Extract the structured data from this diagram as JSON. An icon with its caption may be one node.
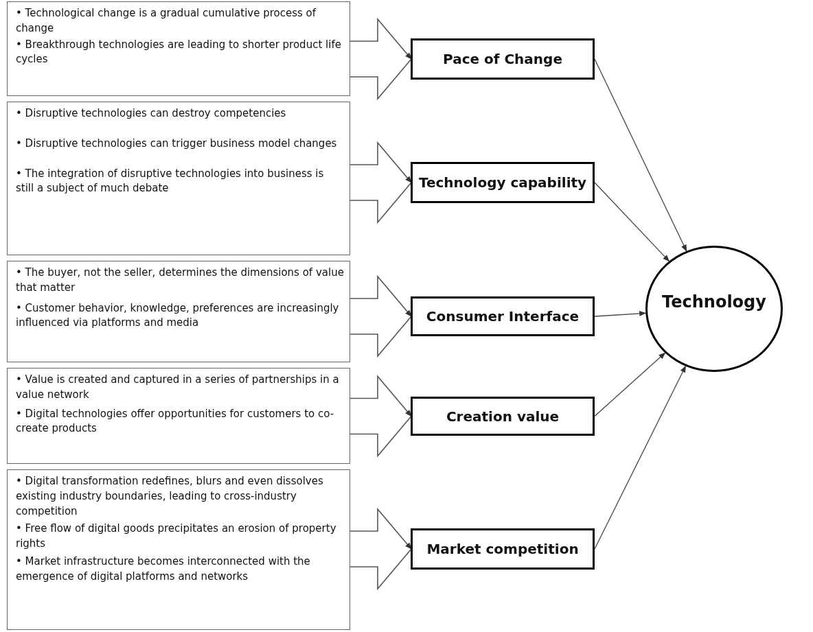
{
  "diagram": {
    "nodes": [
      {
        "text": [
          "• Technological change is a gradual cumulative process of change",
          "• Breakthrough technologies are leading to shorter product life cycles"
        ]
      },
      {
        "text": [
          "• Disruptive technologies can destroy competencies",
          "• Disruptive technologies can trigger business model changes",
          "• The integration of disruptive technologies into business is still a subject of much debate"
        ]
      },
      {
        "text": [
          "• The buyer, not the seller, determines the dimensions of value that matter",
          "• Customer behavior, knowledge, preferences are increasingly influenced via platforms and media"
        ]
      },
      {
        "text": [
          "• Value is created and captured in a series of partnerships in a value network",
          "• Digital technologies offer opportunities for customers to co-create products"
        ]
      },
      {
        "text": [
          "• Digital transformation redefines, blurs and even dissolves existing industry boundaries, leading to cross-industry competition",
          "• Free flow of digital goods precipitates an erosion of property rights",
          "• Market infrastructure becomes interconnected with the emergence of digital platforms and networks"
        ]
      },
      {
        "text": [
          "Pace of Change"
        ]
      },
      {
        "text": [
          "Technology capability"
        ]
      },
      {
        "text": [
          "Consumer Interface"
        ]
      },
      {
        "text": [
          "Creation value"
        ]
      },
      {
        "text": [
          "Market competition"
        ]
      },
      {
        "text": [
          "Technology"
        ]
      }
    ],
    "edges": [
      {
        "from": 0,
        "to": 5,
        "arrow": "to"
      },
      {
        "from": 1,
        "to": 6,
        "arrow": "to"
      },
      {
        "from": 2,
        "to": 7,
        "arrow": "to"
      },
      {
        "from": 3,
        "to": 8,
        "arrow": "to"
      },
      {
        "from": 4,
        "to": 9,
        "arrow": "to"
      },
      {
        "from": 5,
        "to": 10,
        "arrow": "to"
      },
      {
        "from": 6,
        "to": 10,
        "arrow": "to"
      },
      {
        "from": 7,
        "to": 10,
        "arrow": "to"
      },
      {
        "from": 8,
        "to": 10,
        "arrow": "to"
      },
      {
        "from": 9,
        "to": 10,
        "arrow": "to"
      }
    ]
  }
}
